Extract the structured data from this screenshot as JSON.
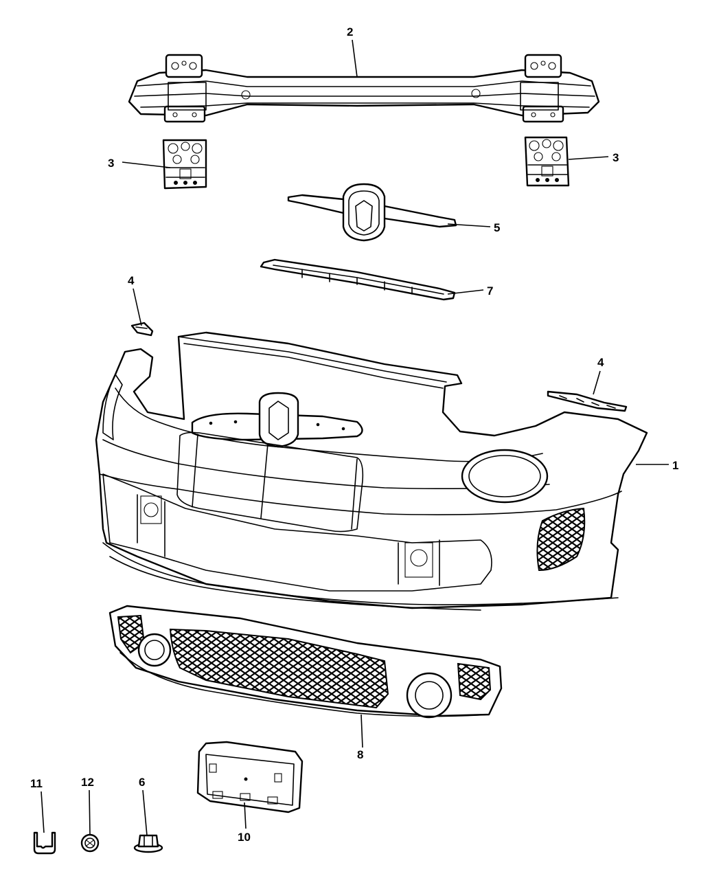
{
  "callouts": {
    "c1": "1",
    "c2": "2",
    "c3_left": "3",
    "c3_right": "3",
    "c4_left": "4",
    "c4_right": "4",
    "c5": "5",
    "c6": "6",
    "c7": "7",
    "c8": "8",
    "c10": "10",
    "c11": "11",
    "c12": "12"
  }
}
